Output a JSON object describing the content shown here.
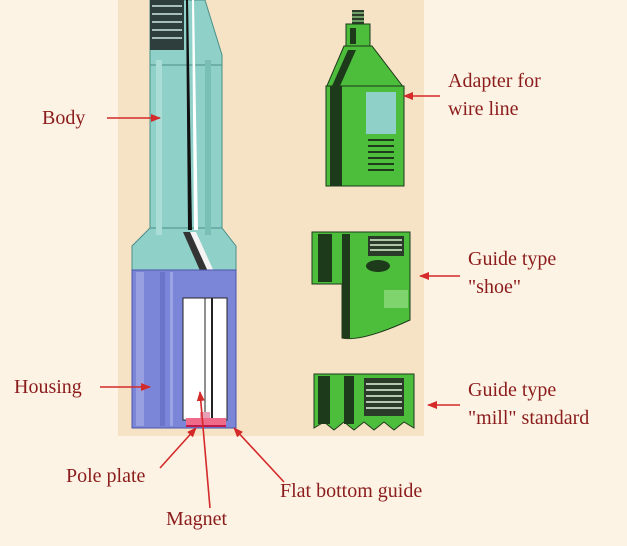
{
  "labels": {
    "body": "Body",
    "housing": "Housing",
    "pole_plate": "Pole plate",
    "magnet": "Magnet",
    "flat_bottom_guide": "Flat bottom guide",
    "adapter_line1": "Adapter for",
    "adapter_line2": "wire line",
    "shoe_line1": "Guide type",
    "shoe_line2": "\"shoe\"",
    "mill_line1": "Guide type",
    "mill_line2": "\"mill\" standard"
  },
  "colors": {
    "background": "#fdf3e4",
    "panel": "#f6e3c6",
    "label_text": "#8b1c1c",
    "arrow": "#d42a2a",
    "body_teal": "#8fd0c8",
    "housing_blue": "#7c86d8",
    "green_part": "#4cbe3c",
    "dark_part": "#1d3a1a"
  }
}
